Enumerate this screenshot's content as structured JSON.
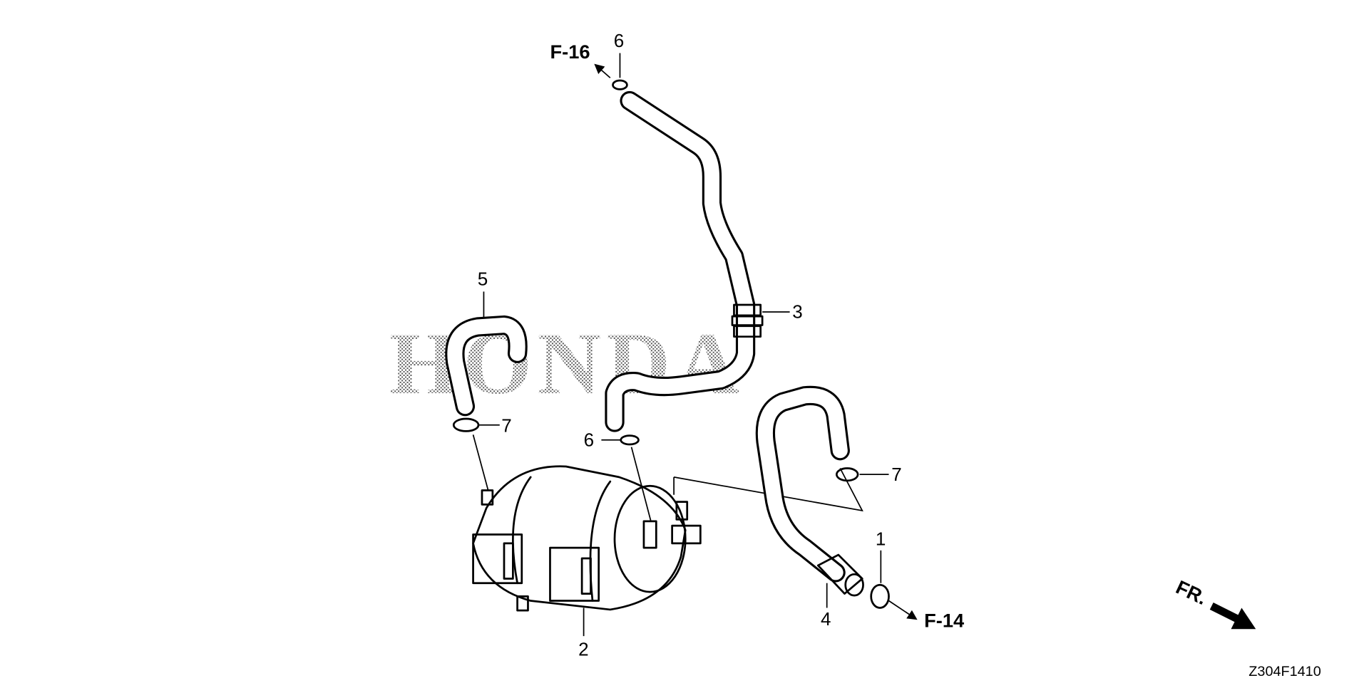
{
  "watermark": "HONDA",
  "references": {
    "top": "F-16",
    "bottom": "F-14"
  },
  "callouts": {
    "c1": "1",
    "c2": "2",
    "c3": "3",
    "c4": "4",
    "c5": "5",
    "c6a": "6",
    "c6b": "6",
    "c7a": "7",
    "c7b": "7"
  },
  "direction_label": "FR.",
  "diagram_code": "Z304F1410"
}
